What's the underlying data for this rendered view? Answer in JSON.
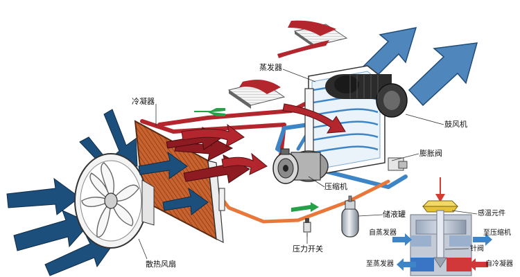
{
  "labels": {
    "condenser": "冷凝器",
    "evaporator": "蒸发器",
    "blower": "鼓风机",
    "expansion_valve": "膨胀阀",
    "compressor": "压缩机",
    "receiver_drier": "储液罐",
    "pressure_switch": "压力开关",
    "cooling_fan": "散热风扇",
    "sensing_element": "感温元件",
    "from_evaporator": "自蒸发器",
    "to_compressor": "至压缩机",
    "needle_valve": "针阀",
    "to_evaporator": "至蒸发器",
    "from_condenser": "自冷凝器"
  },
  "colors": {
    "hot_line": "#b3262d",
    "cold_line": "#3d85c6",
    "liquid_line": "#e8783a",
    "arrow_blue": "#4f87bd",
    "arrow_navy": "#1d4f7c",
    "copper": "#c75f2d",
    "flow_green": "#27a04a",
    "pointer_red": "#d63b2f"
  },
  "icons": {
    "fan": "fan-icon",
    "compressor": "compressor-icon",
    "flow": "flow-arrow-icon"
  }
}
